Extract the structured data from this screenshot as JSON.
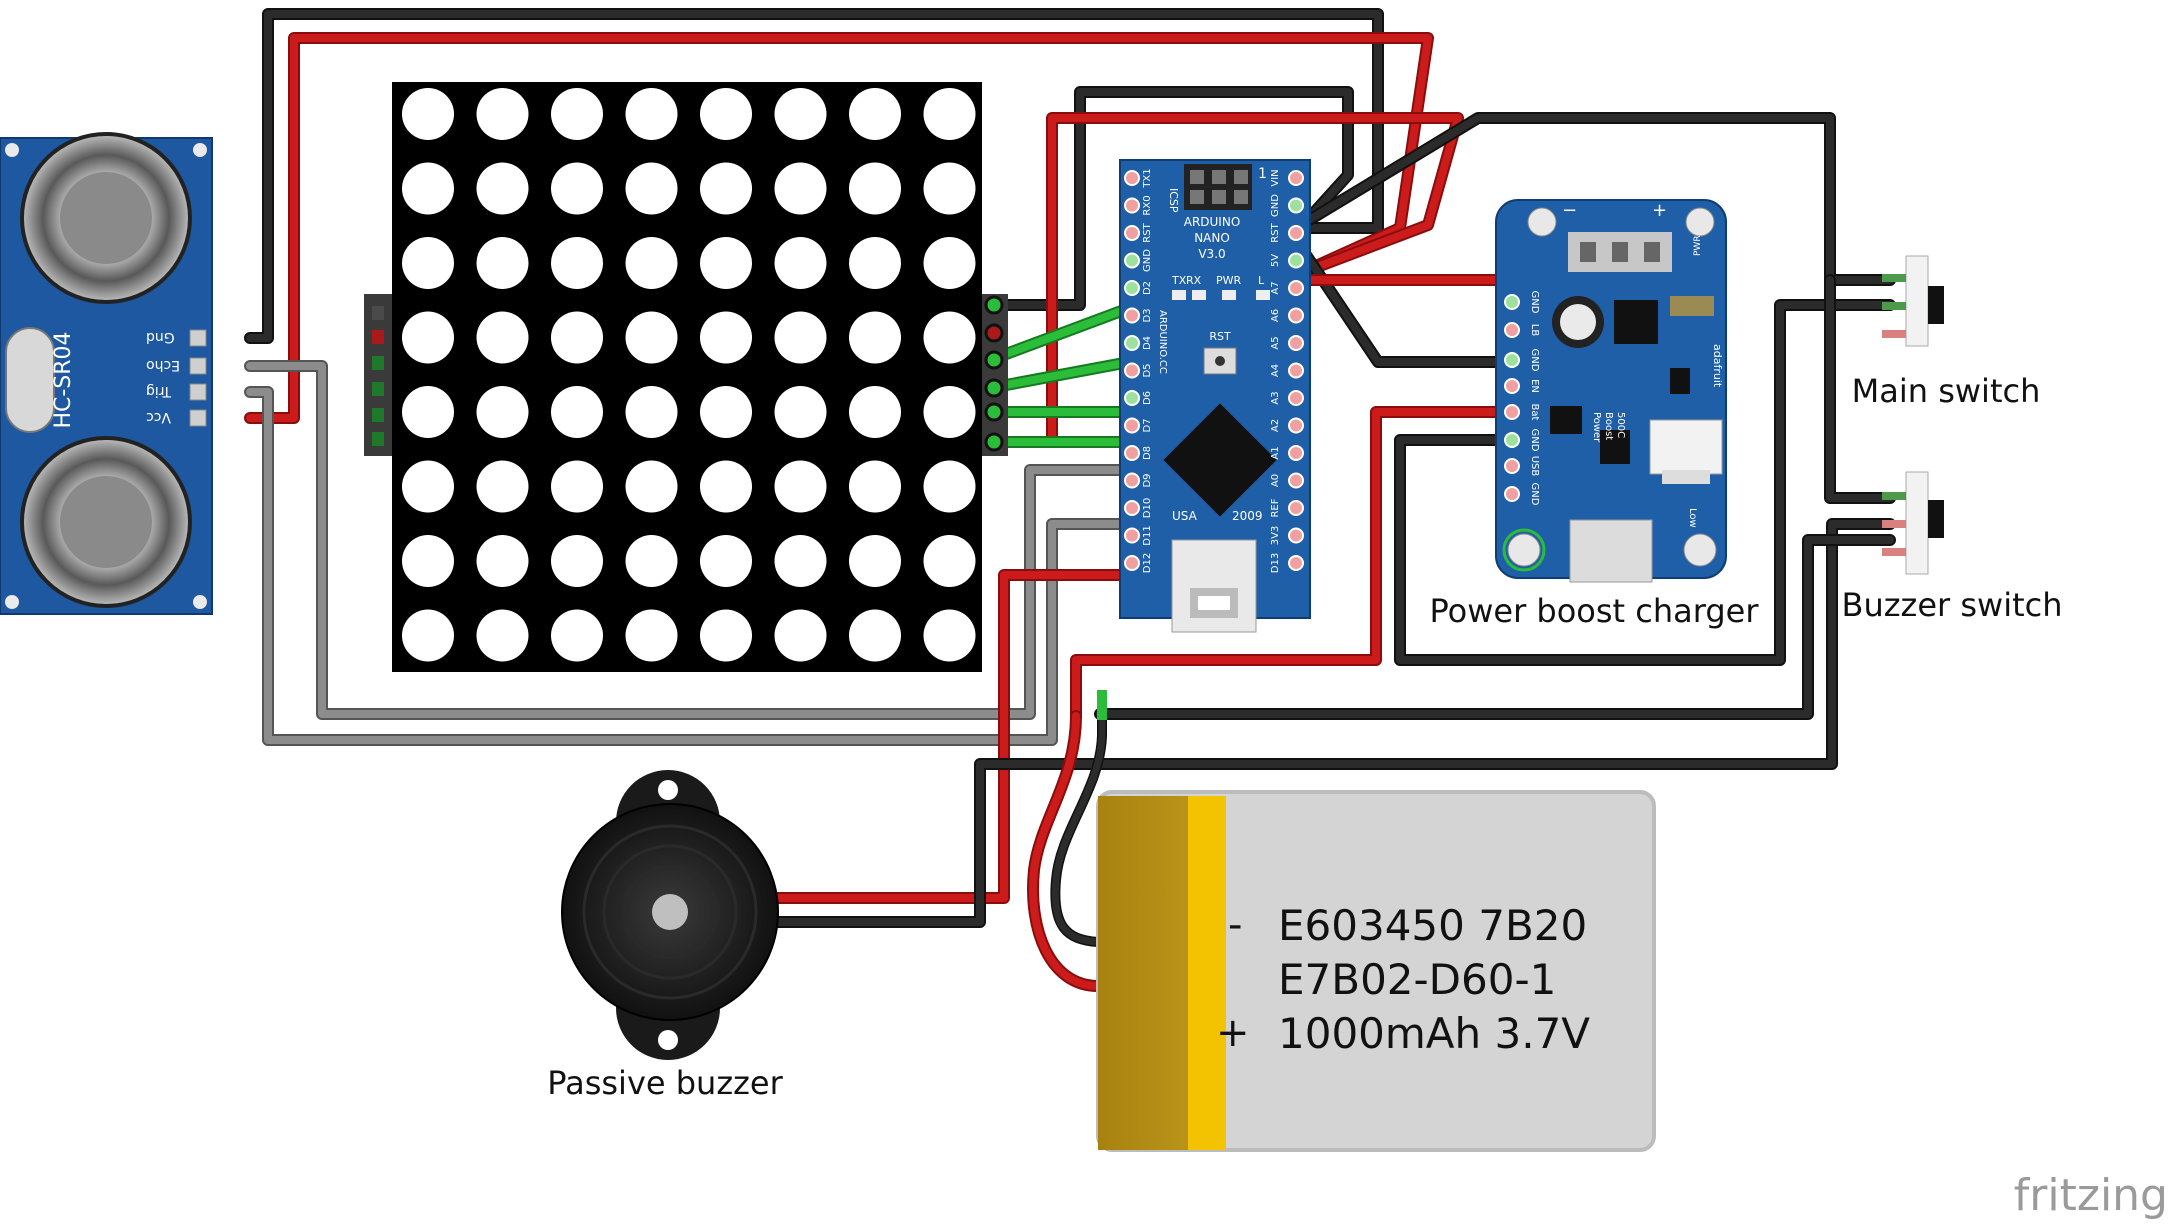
{
  "labels": {
    "main_switch": "Main switch",
    "buzzer_switch": "Buzzer switch",
    "power_boost": "Power boost charger",
    "passive_buzzer": "Passive buzzer",
    "watermark": "fritzing"
  },
  "hcsr04": {
    "model": "HC-SR04",
    "pins": [
      "Gnd",
      "Echo",
      "Trig",
      "Vcc"
    ]
  },
  "arduino": {
    "name_line1": "ARDUINO",
    "name_line2": "NANO",
    "name_line3": "V3.0",
    "icsp": "ICSP",
    "icsp_num": "1",
    "leds": [
      "TX",
      "RX",
      "PWR",
      "L"
    ],
    "rst": "RST",
    "usa": "USA",
    "year": "2009",
    "left_pins": [
      "TX1",
      "RX0",
      "RST",
      "GND",
      "D2",
      "D3",
      "D4",
      "D5",
      "D6",
      "D7",
      "D8",
      "D9",
      "D10",
      "D11",
      "D12"
    ],
    "right_pins": [
      "VIN",
      "GND",
      "RST",
      "5V",
      "A7",
      "A6",
      "A5",
      "A4",
      "A3",
      "A2",
      "A1",
      "A0",
      "REF",
      "3V3",
      "D13"
    ],
    "side_text": "ARDUINO.CC"
  },
  "boost": {
    "pins": [
      "GND",
      "LB",
      "GND",
      "EN",
      "Bat",
      "GND",
      "USB",
      "GND"
    ],
    "brand": "adafruit",
    "product_line1": "Power",
    "product_line2": "Boost",
    "product_line3": "500C",
    "pwr": "PWR",
    "low": "Low",
    "minus": "−",
    "plus": "+"
  },
  "battery": {
    "line1": "E603450 7B20",
    "line2": "E7B02-D60-1",
    "line3": "1000mAh 3.7V",
    "minus": "-",
    "plus": "+"
  },
  "colors": {
    "red_wire": "#cc1b1b",
    "black_wire": "#2b2b2b",
    "green_wire": "#2bbd3a",
    "gray_wire": "#8c8c8c",
    "board_blue": "#1f5fa8",
    "sensor_blue": "#1d58a0",
    "battery_gold": "#b38e1f",
    "battery_silver": "#d4d4d4",
    "label_yellow": "#f3c200",
    "matrix_black": "#000000"
  }
}
